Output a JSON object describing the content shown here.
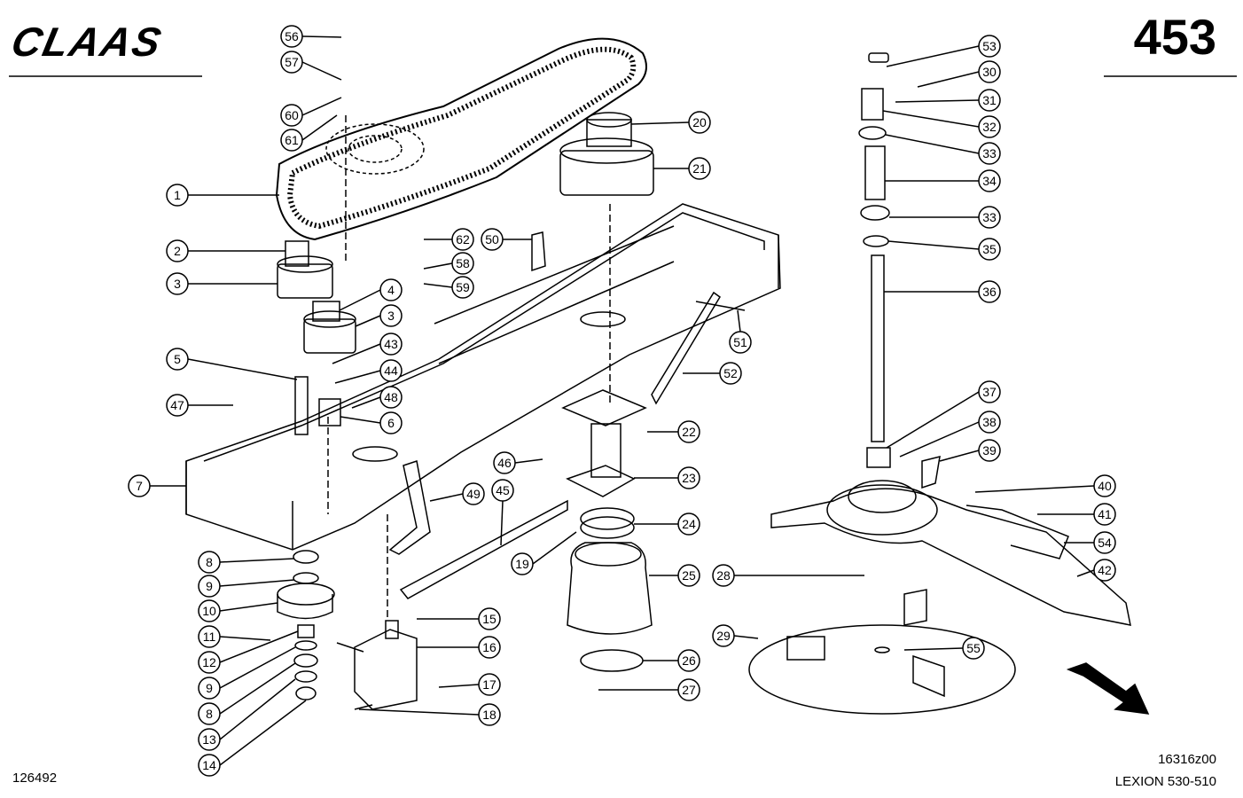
{
  "header": {
    "brand": "CLAAS",
    "page_number": "453"
  },
  "footer": {
    "doc_id": "126492",
    "drawing_code": "16316z00",
    "model": "LEXION 530-510"
  },
  "callouts": [
    "1",
    "2",
    "3",
    "3",
    "4",
    "5",
    "47",
    "7",
    "8",
    "9",
    "10",
    "11",
    "12",
    "9",
    "8",
    "13",
    "14",
    "43",
    "44",
    "48",
    "6",
    "56",
    "57",
    "60",
    "61",
    "62",
    "58",
    "59",
    "50",
    "20",
    "21",
    "51",
    "52",
    "22",
    "23",
    "46",
    "49",
    "45",
    "19",
    "24",
    "25",
    "15",
    "16",
    "17",
    "18",
    "26",
    "27",
    "53",
    "30",
    "31",
    "32",
    "33",
    "34",
    "33",
    "35",
    "36",
    "37",
    "38",
    "39",
    "40",
    "41",
    "54",
    "42",
    "28",
    "29",
    "55"
  ],
  "colors": {
    "ink": "#000000",
    "paper": "#ffffff"
  }
}
